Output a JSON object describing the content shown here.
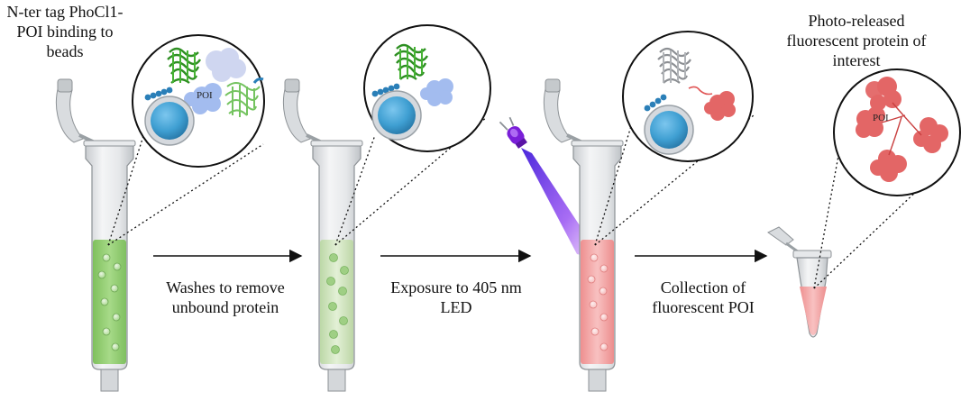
{
  "labels": {
    "top_left": [
      "N-ter tag PhoCl1-",
      "POI binding to",
      "beads"
    ],
    "top_right": [
      "Photo-released",
      "fluorescent protein of",
      "interest"
    ],
    "step1": [
      "Washes to remove",
      "unbound protein"
    ],
    "step2": [
      "Exposure to 405 nm",
      "LED"
    ],
    "step3": [
      "Collection of",
      "fluorescent POI"
    ],
    "poi_1": "POI",
    "poi_2": "POI"
  },
  "colors": {
    "green_liquid": "#92cf73",
    "pale_green_liquid": "#cfe6bd",
    "pink_liquid": "#f3a9a9",
    "protein_green": "#3aa62a",
    "protein_red": "#e36666",
    "bead_blue": "#3f9fd2",
    "linker_blue": "#2a7fb8",
    "led_purple": "#7a1fd8",
    "light_beam": "#8a3cf0"
  }
}
